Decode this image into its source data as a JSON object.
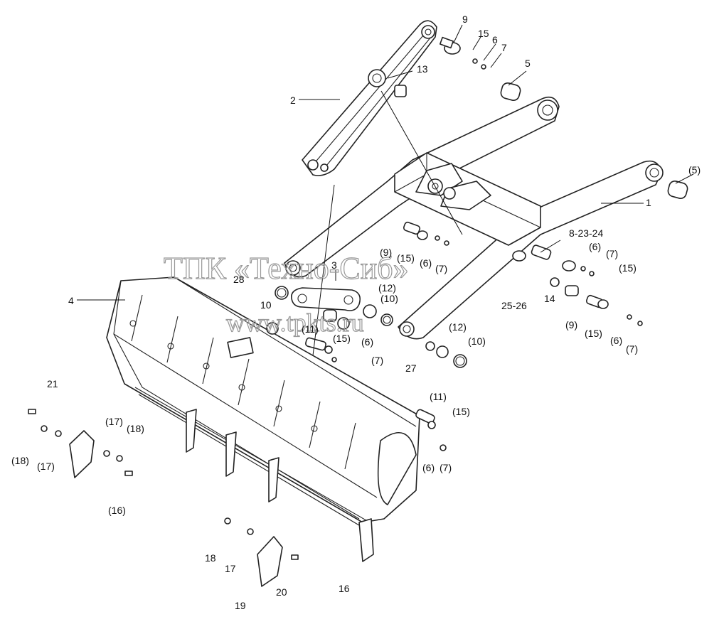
{
  "watermark": {
    "line1": "ТПК «Техно-Сиб»",
    "line2": "www.tpkts.ru"
  },
  "callouts": [
    "1",
    "2",
    "3",
    "4",
    "5",
    "(5)",
    "6",
    "(6)",
    "7",
    "(7)",
    "8-23-24",
    "9",
    "(9)",
    "10",
    "(10)",
    "(11)",
    "(12)",
    "13",
    "14",
    "15",
    "(15)",
    "16",
    "(16)",
    "(17)",
    "17",
    "18",
    "(18)",
    "19",
    "20",
    "21",
    "25-26",
    "27",
    "28"
  ]
}
